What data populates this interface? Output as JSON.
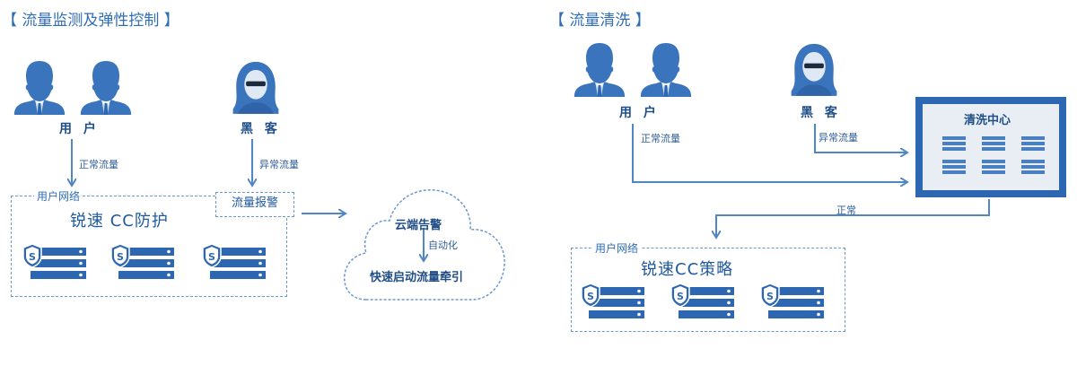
{
  "left": {
    "title": "【 流量监测及弹性控制 】",
    "users_label": "用 户",
    "hacker_label": "黑 客",
    "normal_traffic": "正常流量",
    "abnormal_traffic": "异常流量",
    "network_box_label": "用户网络",
    "network_box_title": "锐速  CC防护",
    "alert_label": "流量报警",
    "cloud_alert": "云端告警",
    "cloud_auto": "自动化",
    "cloud_action": "快速启动流量牵引"
  },
  "right": {
    "title": "【 流量清洗 】",
    "users_label": "用 户",
    "hacker_label": "黑 客",
    "normal_traffic": "正常流量",
    "abnormal_traffic": "异常流量",
    "center_title": "清洗中心",
    "normal_label": "正常",
    "network_box_label": "用户网络",
    "network_box_title": "锐速CC策略"
  },
  "colors": {
    "primary": "#2e67b1",
    "person": "#3a74bd",
    "dashed": "#6a98cf",
    "arrow": "#4f86c6"
  }
}
